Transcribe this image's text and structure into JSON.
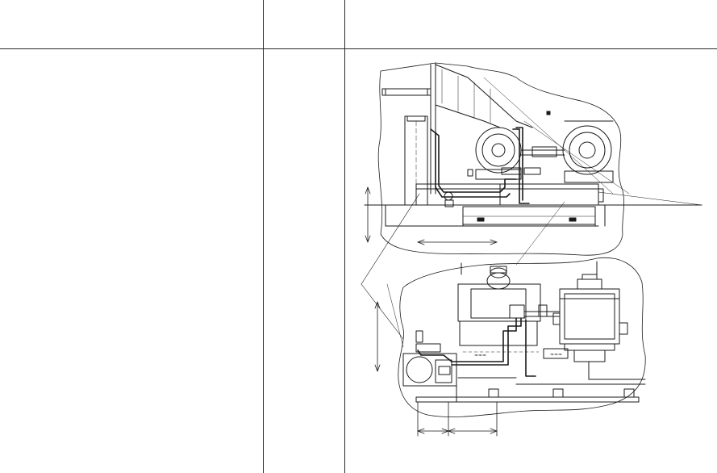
{
  "table": {
    "columns": [
      {
        "header": "",
        "cell": ""
      },
      {
        "header": "",
        "cell": ""
      },
      {
        "header": "",
        "cell": ""
      }
    ]
  },
  "drawing": {
    "subject": "pump-and-motor-installation-on-base-frame",
    "views": [
      "elevation-view",
      "plan-view"
    ],
    "text_labels": []
  }
}
